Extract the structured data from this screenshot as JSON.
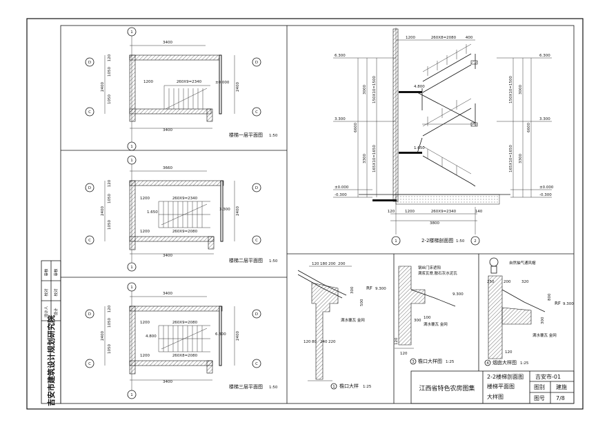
{
  "plans": [
    {
      "title": "楼梯一层平面图",
      "scale": "1:50",
      "top_dim": "3400",
      "bottom_dim": "3400",
      "stair_dim": "260X9=2340",
      "left_dim": "1200",
      "level": "±0.000",
      "side_total": "2400",
      "side_a": "1050",
      "side_b": "1050",
      "side_c": "120",
      "axis_top": "1",
      "axis_bottom": "1",
      "axis_left_top": "D",
      "axis_left_bottom": "C"
    },
    {
      "title": "楼梯二层平面图",
      "scale": "1:50",
      "top_dim": "3660",
      "bottom_dim": "3400",
      "stair_dim_top": "260X9=2340",
      "stair_dim_bottom": "260X9=2080",
      "left_dim_top": "1200",
      "left_dim_bottom": "1200",
      "level_a": "1.650",
      "level_b": "3.300",
      "side_total": "2400",
      "side_a": "1050",
      "side_b": "1050",
      "side_c": "120",
      "axis_top": "1",
      "axis_bottom": "1",
      "axis_left_top": "D",
      "axis_left_bottom": "C"
    },
    {
      "title": "楼梯三层平面图",
      "scale": "1:50",
      "top_dim": "3400",
      "bottom_dim": "3400",
      "stair_dim_top": "260X9=2080",
      "stair_dim_bottom": "260X8=2080",
      "left_dim_top": "1200",
      "left_dim_bottom": "1200",
      "level_a": "4.800",
      "level_b": "6.300",
      "side_total": "2400",
      "side_a": "1050",
      "side_b": "1050",
      "side_c": "120",
      "axis_top": "1",
      "axis_bottom": "1",
      "axis_left_top": "D",
      "axis_left_bottom": "C"
    }
  ],
  "section": {
    "title": "2-2楼梯剖面图",
    "scale": "1:50",
    "top_dims": [
      "1200",
      "260X8=2080",
      "400"
    ],
    "bottom_dims": [
      "120",
      "1200",
      "260X9=2340",
      "140"
    ],
    "bottom_total": "3800",
    "levels_left": [
      "6.300",
      "3.300",
      "±0.000",
      "-0.300"
    ],
    "levels_right": [
      "6.300",
      "3.300",
      "±0.000",
      "-0.300"
    ],
    "mid_levels": [
      "4.800",
      "1.650"
    ],
    "height_dims": [
      "3000",
      "3300",
      "6600",
      "150X10=1500",
      "165X10=1650"
    ],
    "axes": [
      "1",
      "2"
    ]
  },
  "details": [
    {
      "title": "檐口大样",
      "scale": "1:25",
      "num": "1",
      "rf": "RF",
      "elev": "9.300",
      "dims": [
        "120",
        "180",
        "200",
        "200",
        "300",
        "500",
        "120",
        "80",
        "240",
        "220"
      ],
      "note": "满水覆瓦 金网"
    },
    {
      "title": "檐口大样图",
      "scale": "1:25",
      "num": "3",
      "elev": "9.300",
      "dims": [
        "120",
        "120",
        "300",
        "100"
      ],
      "notes": [
        "钢丝门床遮阳",
        "满浆瓦脊,散石灰水泥瓦",
        "满水覆瓦 金网"
      ]
    },
    {
      "title": "烟囱大样图",
      "scale": "1:25",
      "num": "4",
      "rf": "RF",
      "elev": "9.300",
      "dims": [
        "250",
        "200",
        "320",
        "800",
        "300",
        "120"
      ],
      "notes": [
        "自然抽气通风帽",
        "满水覆瓦 金网"
      ]
    }
  ],
  "side_strip": {
    "institute": "吉安市建筑设计规划研究院",
    "rows": [
      [
        "审核",
        "审核",
        "设计人"
      ],
      [
        "校对",
        "校对",
        "设计"
      ]
    ]
  },
  "title_block": {
    "project": "江西省特色农房图集",
    "drawing_lines": [
      "2-2楼梯剖面图",
      "楼梯平面图",
      "大样图"
    ],
    "code": "吉安市-01",
    "cat_label": "图别",
    "cat_value": "建施",
    "no_label": "图号",
    "no_value": "7/8"
  }
}
